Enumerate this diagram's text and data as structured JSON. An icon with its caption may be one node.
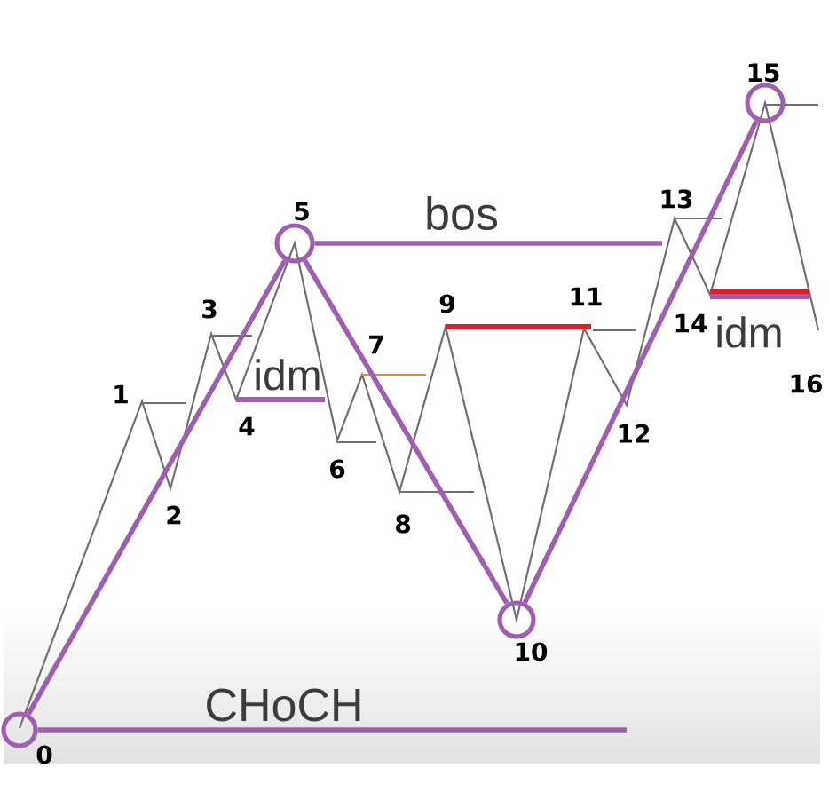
{
  "diagram": {
    "nodes": [
      {
        "text": [],
        "shape": "circle",
        "beside": [
          "0"
        ]
      },
      {
        "text": [],
        "shape": "circle",
        "beside": [
          "5"
        ]
      },
      {
        "text": [],
        "shape": "circle",
        "beside": [
          "10"
        ]
      },
      {
        "text": [],
        "shape": "circle",
        "beside": [
          "15"
        ]
      }
    ],
    "edges": [
      {
        "from": 0,
        "to": 1,
        "arrow": "none"
      },
      {
        "from": 1,
        "to": 2,
        "arrow": "none"
      },
      {
        "from": 2,
        "to": 3,
        "arrow": "none"
      },
      {
        "from": 0,
        "to": null,
        "arrow": "none",
        "label": "CHoCH"
      },
      {
        "from": 1,
        "to": null,
        "arrow": "none",
        "label": "bos"
      }
    ],
    "labels": [
      "1",
      "2",
      "3",
      "4",
      "6",
      "7",
      "8",
      "9",
      "11",
      "12",
      "13",
      "14",
      "16",
      "idm",
      "idm"
    ]
  }
}
